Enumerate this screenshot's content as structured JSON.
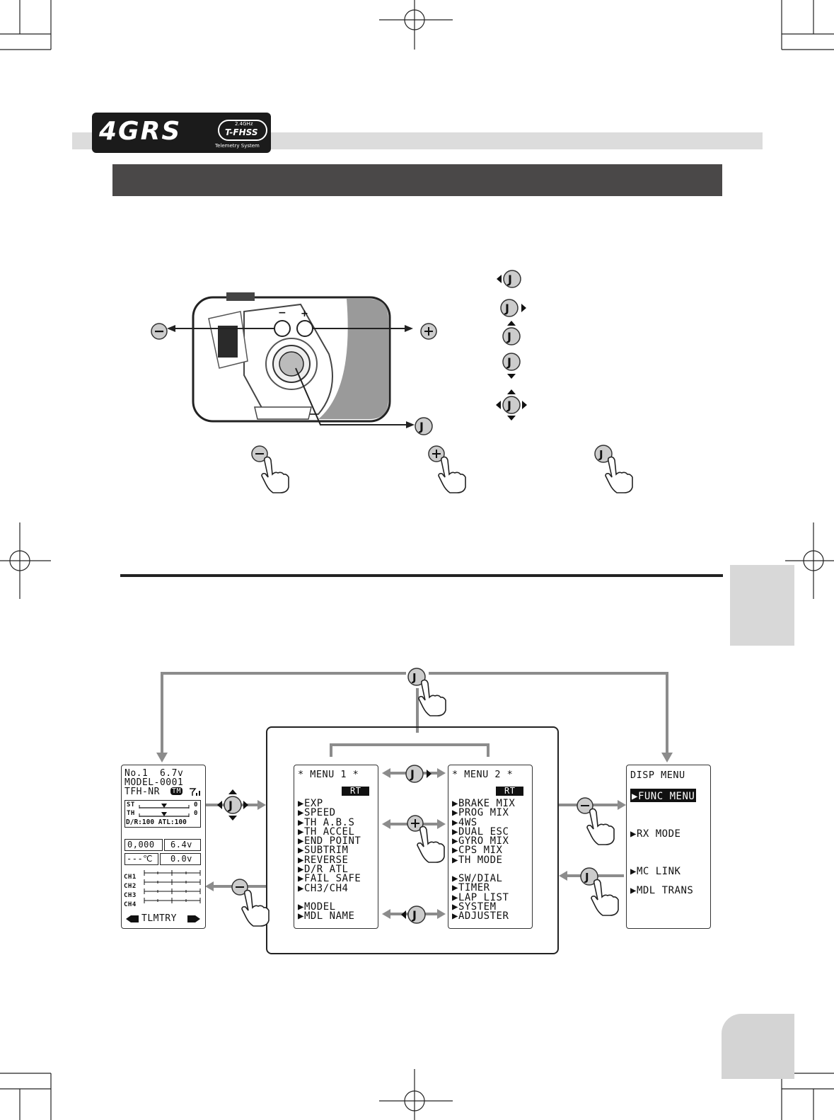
{
  "header": {
    "logo_model": "4GRS",
    "logo_freq": "2.4GHz",
    "logo_protocol": "T-FHSS",
    "logo_tagline": "Telemetry System"
  },
  "controls": {
    "minus_label": "−",
    "plus_label": "+",
    "joystick_label": "J"
  },
  "home_screen": {
    "line1": "No.1  6.7v",
    "line2": "MODEL-0001",
    "line3": "TFH-NR",
    "tm_badge": "TM",
    "st_label": "ST",
    "st_value": "0",
    "th_label": "TH",
    "th_value": "0",
    "dr_line": "D/R:100 ATL:100",
    "speed_value": "0,000",
    "voltage1": "6.4v",
    "temp_value": "---℃",
    "voltage2": "0.0v",
    "channels": [
      "CH1",
      "CH2",
      "CH3",
      "CH4"
    ],
    "footer": "TLMTRY"
  },
  "menu1": {
    "title": "* MENU 1 *",
    "rt": "RT",
    "items": [
      "EXP",
      "SPEED",
      "TH A.B.S",
      "TH ACCEL",
      "END POINT",
      "SUBTRIM",
      "REVERSE",
      "D/R ATL",
      "FAIL SAFE",
      "CH3/CH4"
    ],
    "items2": [
      "MODEL",
      "MDL NAME"
    ]
  },
  "menu2": {
    "title": "* MENU 2 *",
    "rt": "RT",
    "items": [
      "BRAKE MIX",
      "PROG MIX",
      "4WS",
      "DUAL ESC",
      "GYRO MIX",
      "CPS MIX",
      "TH MODE"
    ],
    "items2": [
      "SW/DIAL",
      "TIMER",
      "LAP LIST",
      "SYSTEM",
      "ADJUSTER"
    ]
  },
  "disp_menu": {
    "title": "DISP MENU",
    "items": [
      "FUNC MENU",
      "RX MODE",
      "MC LINK",
      "MDL TRANS"
    ]
  }
}
